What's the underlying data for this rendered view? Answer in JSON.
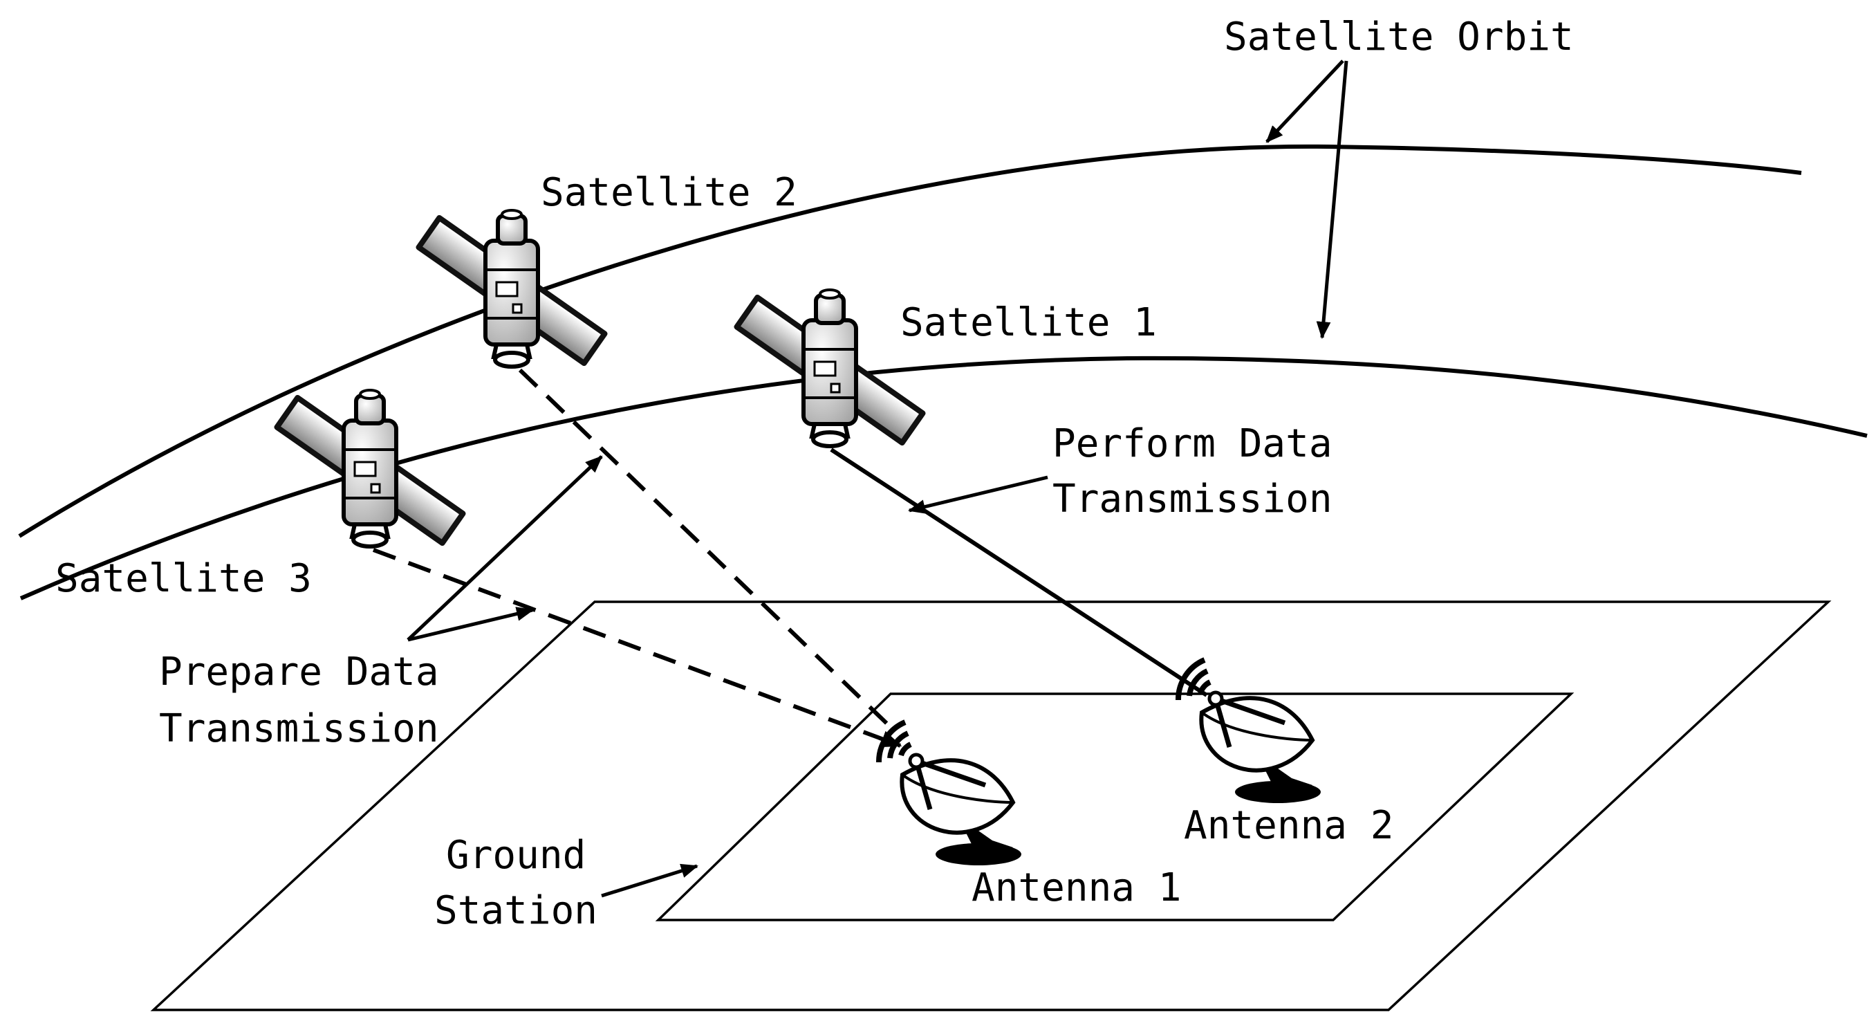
{
  "labels": {
    "satellite_orbit": "Satellite Orbit",
    "satellite_1": "Satellite 1",
    "satellite_2": "Satellite 2",
    "satellite_3": "Satellite 3",
    "perform_line1": "Perform Data",
    "perform_line2": "Transmission",
    "prepare_line1": "Prepare Data",
    "prepare_line2": "Transmission",
    "ground_line1": "Ground",
    "ground_line2": "Station",
    "antenna_1": "Antenna 1",
    "antenna_2": "Antenna 2"
  },
  "icons": {
    "satellite": "satellite-icon",
    "antenna": "satellite-dish-icon"
  },
  "colors": {
    "line": "#000000",
    "panel_dark": "#111111",
    "panel_light": "#dddddd",
    "background": "#ffffff"
  }
}
